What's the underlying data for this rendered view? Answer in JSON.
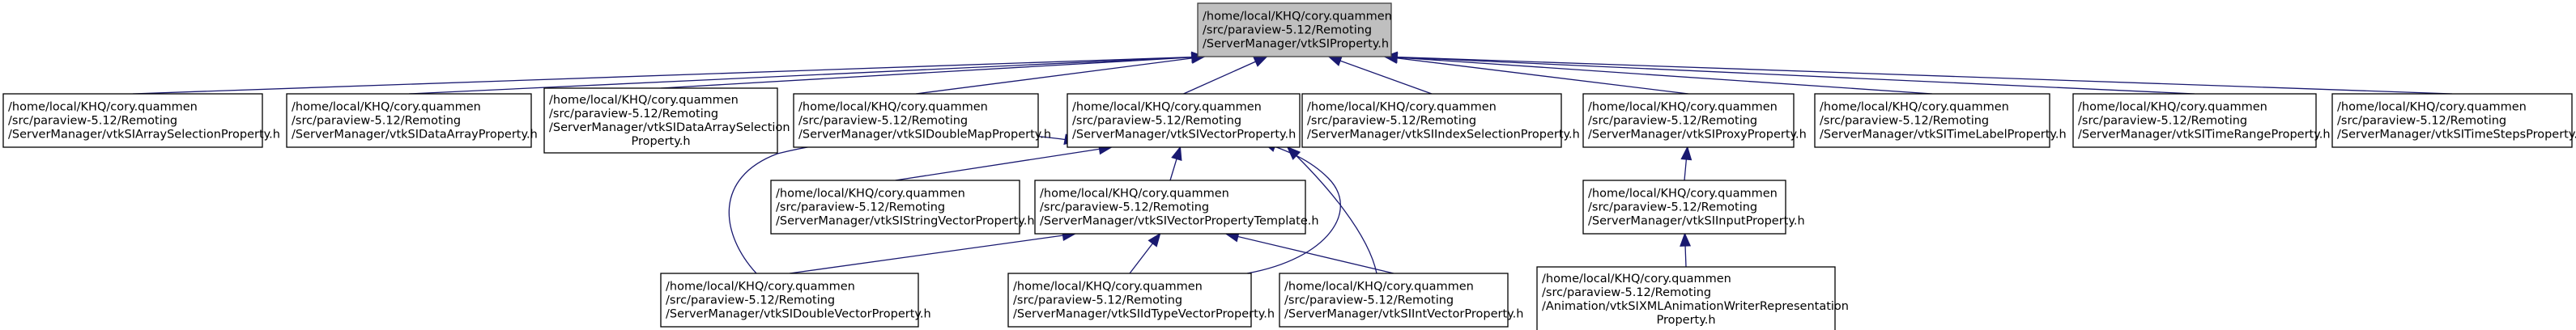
{
  "diagram": {
    "type": "include-dependency-graph",
    "colors": {
      "edge": "#191970",
      "node_border": "#000000",
      "node_fill": "#ffffff",
      "highlight_fill": "#bfbfbf",
      "highlight_border": "#404040",
      "text": "#000000"
    },
    "nodes": [
      {
        "id": "vtkSIProperty",
        "highlighted": true,
        "lines": [
          "/home/local/KHQ/cory.quammen",
          "/src/paraview-5.12/Remoting",
          "/ServerManager/vtkSIProperty.h"
        ]
      },
      {
        "id": "vtkSIArraySelectionProperty",
        "lines": [
          "/home/local/KHQ/cory.quammen",
          "/src/paraview-5.12/Remoting",
          "/ServerManager/vtkSIArraySelectionProperty.h"
        ]
      },
      {
        "id": "vtkSIDataArrayProperty",
        "lines": [
          "/home/local/KHQ/cory.quammen",
          "/src/paraview-5.12/Remoting",
          "/ServerManager/vtkSIDataArrayProperty.h"
        ]
      },
      {
        "id": "vtkSIDataArraySelectionProperty",
        "lines": [
          "/home/local/KHQ/cory.quammen",
          "/src/paraview-5.12/Remoting",
          "/ServerManager/vtkSIDataArraySelection",
          "Property.h"
        ]
      },
      {
        "id": "vtkSIDoubleMapProperty",
        "lines": [
          "/home/local/KHQ/cory.quammen",
          "/src/paraview-5.12/Remoting",
          "/ServerManager/vtkSIDoubleMapProperty.h"
        ]
      },
      {
        "id": "vtkSIVectorProperty",
        "lines": [
          "/home/local/KHQ/cory.quammen",
          "/src/paraview-5.12/Remoting",
          "/ServerManager/vtkSIVectorProperty.h"
        ]
      },
      {
        "id": "vtkSIIndexSelectionProperty",
        "lines": [
          "/home/local/KHQ/cory.quammen",
          "/src/paraview-5.12/Remoting",
          "/ServerManager/vtkSIIndexSelectionProperty.h"
        ]
      },
      {
        "id": "vtkSIProxyProperty",
        "lines": [
          "/home/local/KHQ/cory.quammen",
          "/src/paraview-5.12/Remoting",
          "/ServerManager/vtkSIProxyProperty.h"
        ]
      },
      {
        "id": "vtkSITimeLabelProperty",
        "lines": [
          "/home/local/KHQ/cory.quammen",
          "/src/paraview-5.12/Remoting",
          "/ServerManager/vtkSITimeLabelProperty.h"
        ]
      },
      {
        "id": "vtkSITimeRangeProperty",
        "lines": [
          "/home/local/KHQ/cory.quammen",
          "/src/paraview-5.12/Remoting",
          "/ServerManager/vtkSITimeRangeProperty.h"
        ]
      },
      {
        "id": "vtkSITimeStepsProperty",
        "lines": [
          "/home/local/KHQ/cory.quammen",
          "/src/paraview-5.12/Remoting",
          "/ServerManager/vtkSITimeStepsProperty.h"
        ]
      },
      {
        "id": "vtkSIStringVectorProperty",
        "lines": [
          "/home/local/KHQ/cory.quammen",
          "/src/paraview-5.12/Remoting",
          "/ServerManager/vtkSIStringVectorProperty.h"
        ]
      },
      {
        "id": "vtkSIVectorPropertyTemplate",
        "lines": [
          "/home/local/KHQ/cory.quammen",
          "/src/paraview-5.12/Remoting",
          "/ServerManager/vtkSIVectorPropertyTemplate.h"
        ]
      },
      {
        "id": "vtkSIInputProperty",
        "lines": [
          "/home/local/KHQ/cory.quammen",
          "/src/paraview-5.12/Remoting",
          "/ServerManager/vtkSIInputProperty.h"
        ]
      },
      {
        "id": "vtkSIDoubleVectorProperty",
        "lines": [
          "/home/local/KHQ/cory.quammen",
          "/src/paraview-5.12/Remoting",
          "/ServerManager/vtkSIDoubleVectorProperty.h"
        ]
      },
      {
        "id": "vtkSIIdTypeVectorProperty",
        "lines": [
          "/home/local/KHQ/cory.quammen",
          "/src/paraview-5.12/Remoting",
          "/ServerManager/vtkSIIdTypeVectorProperty.h"
        ]
      },
      {
        "id": "vtkSIIntVectorProperty",
        "lines": [
          "/home/local/KHQ/cory.quammen",
          "/src/paraview-5.12/Remoting",
          "/ServerManager/vtkSIIntVectorProperty.h"
        ]
      },
      {
        "id": "vtkSIXMLAnimationWriterRepresentationProperty",
        "lines": [
          "/home/local/KHQ/cory.quammen",
          "/src/paraview-5.12/Remoting",
          "/Animation/vtkSIXMLAnimationWriterRepresentation",
          "Property.h"
        ]
      }
    ],
    "edges": [
      {
        "from": "vtkSIArraySelectionProperty",
        "to": "vtkSIProperty"
      },
      {
        "from": "vtkSIDataArrayProperty",
        "to": "vtkSIProperty"
      },
      {
        "from": "vtkSIDataArraySelectionProperty",
        "to": "vtkSIProperty"
      },
      {
        "from": "vtkSIDoubleMapProperty",
        "to": "vtkSIProperty"
      },
      {
        "from": "vtkSIVectorProperty",
        "to": "vtkSIProperty"
      },
      {
        "from": "vtkSIIndexSelectionProperty",
        "to": "vtkSIProperty"
      },
      {
        "from": "vtkSIProxyProperty",
        "to": "vtkSIProperty"
      },
      {
        "from": "vtkSITimeLabelProperty",
        "to": "vtkSIProperty"
      },
      {
        "from": "vtkSITimeRangeProperty",
        "to": "vtkSIProperty"
      },
      {
        "from": "vtkSITimeStepsProperty",
        "to": "vtkSIProperty"
      },
      {
        "from": "vtkSIStringVectorProperty",
        "to": "vtkSIVectorProperty"
      },
      {
        "from": "vtkSIVectorPropertyTemplate",
        "to": "vtkSIVectorProperty"
      },
      {
        "from": "vtkSIDoubleVectorProperty",
        "to": "vtkSIVectorProperty"
      },
      {
        "from": "vtkSIIdTypeVectorProperty",
        "to": "vtkSIVectorProperty"
      },
      {
        "from": "vtkSIIntVectorProperty",
        "to": "vtkSIVectorProperty"
      },
      {
        "from": "vtkSIDoubleVectorProperty",
        "to": "vtkSIVectorPropertyTemplate"
      },
      {
        "from": "vtkSIIdTypeVectorProperty",
        "to": "vtkSIVectorPropertyTemplate"
      },
      {
        "from": "vtkSIIntVectorProperty",
        "to": "vtkSIVectorPropertyTemplate"
      },
      {
        "from": "vtkSIInputProperty",
        "to": "vtkSIProxyProperty"
      },
      {
        "from": "vtkSIXMLAnimationWriterRepresentationProperty",
        "to": "vtkSIInputProperty"
      }
    ]
  }
}
